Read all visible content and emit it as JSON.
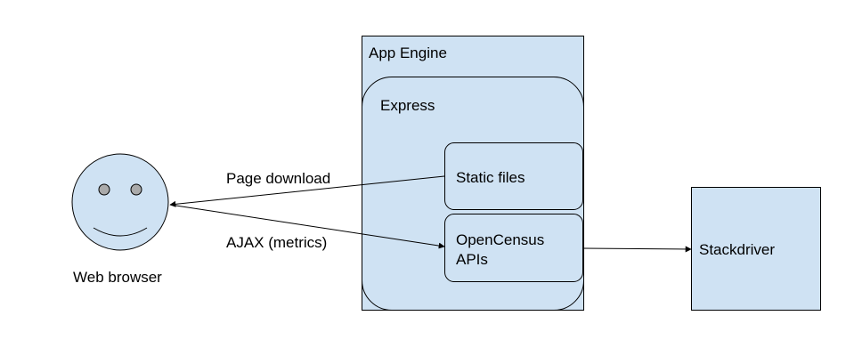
{
  "diagram": {
    "actor": {
      "label": "Web browser",
      "icon": "smiley-face-icon"
    },
    "app_engine": {
      "label": "App Engine"
    },
    "express": {
      "label": "Express"
    },
    "static_files": {
      "label": "Static files"
    },
    "opencensus": {
      "label_line1": "OpenCensus",
      "label_line2": "APIs"
    },
    "stackdriver": {
      "label": "Stackdriver"
    },
    "edges": {
      "page_download": "Page download",
      "ajax_metrics": "AJAX (metrics)"
    },
    "colors": {
      "box_fill": "#cfe2f3",
      "stroke": "#000000"
    }
  }
}
